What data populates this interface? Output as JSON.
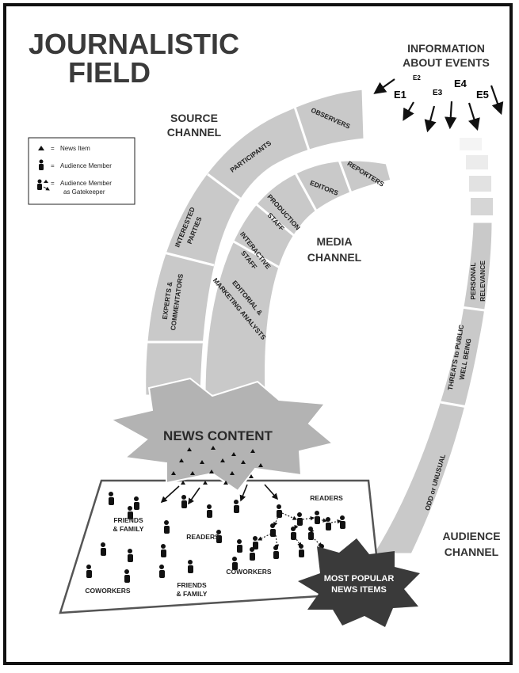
{
  "title": {
    "line1": "JOURNALISTIC",
    "line2": "FIELD"
  },
  "information": {
    "line1": "INFORMATION",
    "line2": "ABOUT EVENTS"
  },
  "events": [
    "E1",
    "E2",
    "E3",
    "E4",
    "E5"
  ],
  "source_channel": {
    "label_line1": "SOURCE",
    "label_line2": "CHANNEL",
    "segments": [
      {
        "line1": "OBSERVERS",
        "line2": ""
      },
      {
        "line1": "PARTICIPANTS",
        "line2": ""
      },
      {
        "line1": "INTERESTED",
        "line2": "PARTIES"
      },
      {
        "line1": "EXPERTS &",
        "line2": "COMMENTATORS"
      }
    ]
  },
  "media_channel": {
    "label_line1": "MEDIA",
    "label_line2": "CHANNEL",
    "segments": [
      {
        "line1": "REPORTERS",
        "line2": ""
      },
      {
        "line1": "EDITORS",
        "line2": ""
      },
      {
        "line1": "PRODUCTION",
        "line2": "STAFF"
      },
      {
        "line1": "INTERACTIVE",
        "line2": "STAFF"
      },
      {
        "line1": "EDITORIAL &",
        "line2": "MARKETING ANALYSTS"
      }
    ]
  },
  "audience_channel": {
    "label_line1": "AUDIENCE",
    "label_line2": "CHANNEL",
    "segments": [
      {
        "line1": "PERSONAL",
        "line2": "RELEVANCE"
      },
      {
        "line1": "THREATS to PUBLIC",
        "line2": "WELL BEING"
      },
      {
        "line1": "ODD or UNUSUAL",
        "line2": ""
      }
    ]
  },
  "legend": {
    "news_item": "News Item",
    "audience_member": "Audience Member",
    "gatekeeper_line1": "Audience Member",
    "gatekeeper_line2": "as Gatekeeper",
    "dash": "="
  },
  "news_content": "NEWS CONTENT",
  "most_popular": {
    "line1": "MOST POPULAR",
    "line2": "NEWS ITEMS"
  },
  "groups": {
    "friends_family_left": {
      "line1": "FRIENDS",
      "line2": "& FAMILY"
    },
    "readers_center": "READERS",
    "coworkers_left": "COWORKERS",
    "friends_family_bottom": {
      "line1": "FRIENDS",
      "line2": "& FAMILY"
    },
    "coworkers_center": "COWORKERS",
    "readers_right": "READERS"
  },
  "colors": {
    "band": "#c9c9c9",
    "star": "#b3b3b3",
    "dark_star": "#3a3a3a",
    "text": "#222222",
    "title": "#3a3a3a"
  }
}
